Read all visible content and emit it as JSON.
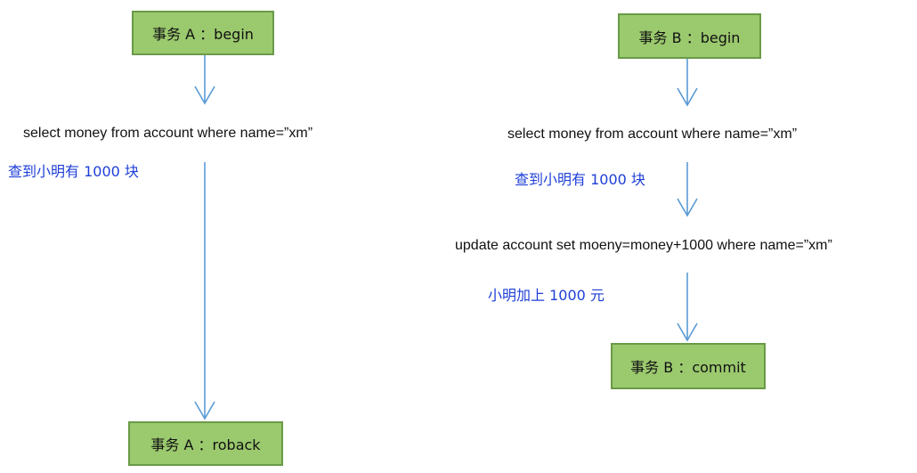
{
  "transaction_a": {
    "begin": "事务 A ：begin",
    "query": "select money from account where name=”xm”",
    "result_note": "查到小明有 1000 块",
    "end": "事务 A ：roback"
  },
  "transaction_b": {
    "begin": "事务 B ：begin",
    "query": "select money from account where name=”xm”",
    "result_note": "查到小明有 1000 块",
    "update": "update account set moeny=money+1000 where name=”xm”",
    "update_note": "小明加上 1000 元",
    "end": "事务 B ：commit"
  },
  "colors": {
    "box_fill": "#9bc96e",
    "box_border": "#6a9a48",
    "arrow": "#5b9bd5",
    "note_text": "#1f3fd8"
  }
}
